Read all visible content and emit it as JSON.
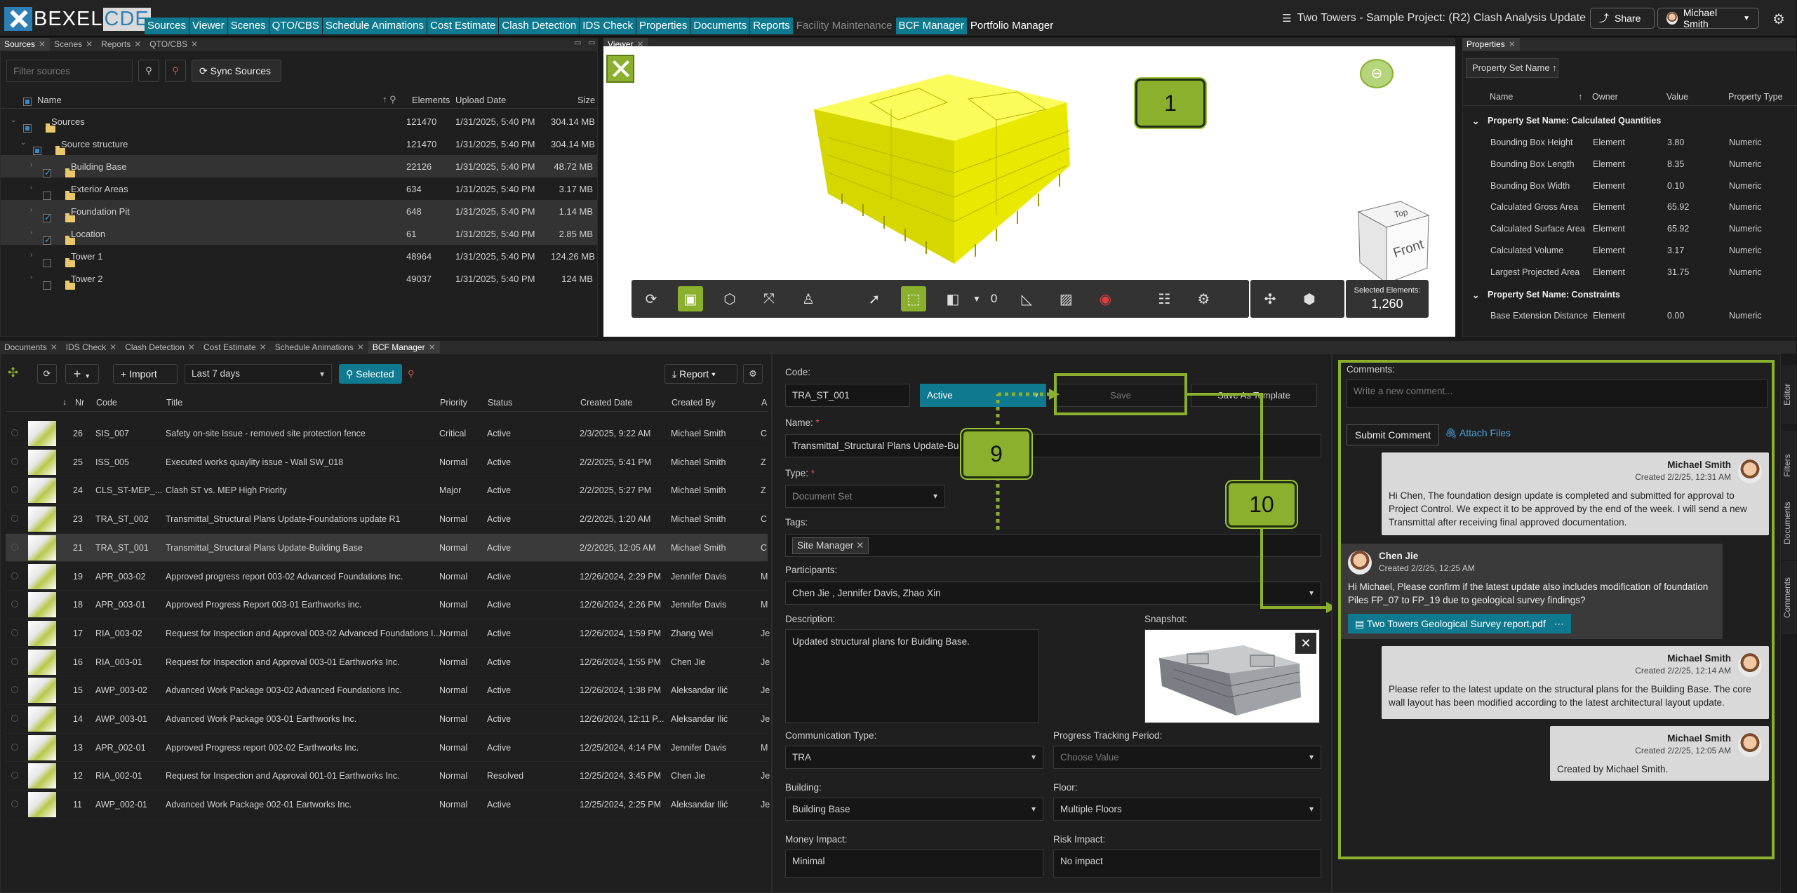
{
  "app": {
    "logo_a": "BEXEL",
    "logo_b": "CDE",
    "project_title": "Two Towers - Sample Project: (R2) Clash Analysis Update",
    "share": "Share",
    "user": "Michael Smith"
  },
  "menu": [
    {
      "label": "Sources",
      "state": "on"
    },
    {
      "label": "Viewer",
      "state": "on"
    },
    {
      "label": "Scenes",
      "state": "on"
    },
    {
      "label": "QTO/CBS",
      "state": "on"
    },
    {
      "label": "Schedule Animations",
      "state": "on"
    },
    {
      "label": "Cost Estimate",
      "state": "on"
    },
    {
      "label": "Clash Detection",
      "state": "on"
    },
    {
      "label": "IDS Check",
      "state": "on"
    },
    {
      "label": "Properties",
      "state": "on"
    },
    {
      "label": "Documents",
      "state": "on"
    },
    {
      "label": "Reports",
      "state": "on"
    },
    {
      "label": "Facility Maintenance",
      "state": "dim"
    },
    {
      "label": "BCF Manager",
      "state": "sel"
    },
    {
      "label": "Portfolio Manager",
      "state": "plain"
    }
  ],
  "sources_tabs": [
    "Sources",
    "Scenes",
    "Reports",
    "QTO/CBS"
  ],
  "sources": {
    "filter_placeholder": "Filter sources",
    "sync": "Sync Sources",
    "cols": [
      "Name",
      "Elements",
      "Upload Date",
      "Size"
    ],
    "rows": [
      {
        "name": "Sources",
        "elements": "121470",
        "date": "1/31/2025, 5:40 PM",
        "size": "304.14 MB",
        "indent": 0,
        "check": "part",
        "hl": false
      },
      {
        "name": "Source structure",
        "elements": "121470",
        "date": "1/31/2025, 5:40 PM",
        "size": "304.14 MB",
        "indent": 1,
        "check": "part",
        "hl": false
      },
      {
        "name": "Building Base",
        "elements": "22126",
        "date": "1/31/2025, 5:40 PM",
        "size": "48.72 MB",
        "indent": 2,
        "check": "on",
        "hl": true
      },
      {
        "name": "Exterior Areas",
        "elements": "634",
        "date": "1/31/2025, 5:40 PM",
        "size": "3.17 MB",
        "indent": 2,
        "check": "off",
        "hl": false
      },
      {
        "name": "Foundation Pit",
        "elements": "648",
        "date": "1/31/2025, 5:40 PM",
        "size": "1.14 MB",
        "indent": 2,
        "check": "on",
        "hl": true
      },
      {
        "name": "Location",
        "elements": "61",
        "date": "1/31/2025, 5:40 PM",
        "size": "2.85 MB",
        "indent": 2,
        "check": "on",
        "hl": true
      },
      {
        "name": "Tower 1",
        "elements": "48964",
        "date": "1/31/2025, 5:40 PM",
        "size": "124.26 MB",
        "indent": 2,
        "check": "off",
        "hl": false
      },
      {
        "name": "Tower 2",
        "elements": "49037",
        "date": "1/31/2025, 5:40 PM",
        "size": "124 MB",
        "indent": 2,
        "check": "off",
        "hl": false
      }
    ]
  },
  "viewer": {
    "tab": "Viewer",
    "badge1": "1",
    "cube_top": "Top",
    "cube_front": "Front",
    "count_zero": "0",
    "selected_label": "Selected Elements:",
    "selected_value": "1,260"
  },
  "properties": {
    "tab": "Properties",
    "sort": "Property Set Name",
    "cols": [
      "Name",
      "Owner",
      "Value",
      "Property Type"
    ],
    "group1": "Property Set Name: Calculated Quantities",
    "group2": "Property Set Name: Constraints",
    "rows": [
      {
        "name": "Bounding Box Height",
        "owner": "Element",
        "value": "3.80",
        "type": "Numeric"
      },
      {
        "name": "Bounding Box Length",
        "owner": "Element",
        "value": "8.35",
        "type": "Numeric"
      },
      {
        "name": "Bounding Box Width",
        "owner": "Element",
        "value": "0.10",
        "type": "Numeric"
      },
      {
        "name": "Calculated Gross Area",
        "owner": "Element",
        "value": "65.92",
        "type": "Numeric"
      },
      {
        "name": "Calculated Surface Area",
        "owner": "Element",
        "value": "65.92",
        "type": "Numeric"
      },
      {
        "name": "Calculated Volume",
        "owner": "Element",
        "value": "3.17",
        "type": "Numeric"
      },
      {
        "name": "Largest Projected Area",
        "owner": "Element",
        "value": "31.75",
        "type": "Numeric"
      }
    ],
    "rows2": [
      {
        "name": "Base Extension Distance",
        "owner": "Element",
        "value": "0.00",
        "type": "Numeric"
      }
    ]
  },
  "bottom_tabs": [
    "Documents",
    "IDS Check",
    "Clash Detection",
    "Cost Estimate",
    "Schedule Animations",
    "BCF Manager"
  ],
  "bcf": {
    "import": "Import",
    "range": "Last 7 days",
    "selected": "Selected",
    "report": "Report",
    "cols": [
      "Nr",
      "Code",
      "Title",
      "Priority",
      "Status",
      "Created Date",
      "Created By",
      "A"
    ],
    "rows": [
      {
        "nr": "26",
        "code": "SIS_007",
        "title": "Safety on-site Issue - removed site protection fence",
        "priority": "Critical",
        "status": "Active",
        "date": "2/3/2025, 9:22 AM",
        "by": "Michael Smith",
        "a": "C"
      },
      {
        "nr": "25",
        "code": "ISS_005",
        "title": "Executed works quaylity issue - Wall SW_018",
        "priority": "Normal",
        "status": "Active",
        "date": "2/2/2025, 5:41 PM",
        "by": "Michael Smith",
        "a": "Z"
      },
      {
        "nr": "24",
        "code": "CLS_ST-MEP_...",
        "title": "Clash ST vs. MEP High Priority",
        "priority": "Major",
        "status": "Active",
        "date": "2/2/2025, 5:27 PM",
        "by": "Michael Smith",
        "a": "Z"
      },
      {
        "nr": "23",
        "code": "TRA_ST_002",
        "title": "Transmittal_Structural Plans Update-Foundations update R1",
        "priority": "Normal",
        "status": "Active",
        "date": "2/2/2025, 1:20 AM",
        "by": "Michael Smith",
        "a": "C"
      },
      {
        "nr": "21",
        "code": "TRA_ST_001",
        "title": "Transmittal_Structural Plans Update-Building Base",
        "priority": "Normal",
        "status": "Active",
        "date": "2/2/2025, 12:05 AM",
        "by": "Michael Smith",
        "a": "C"
      },
      {
        "nr": "19",
        "code": "APR_003-02",
        "title": "Approved progress report 003-02 Advanced Foundations Inc.",
        "priority": "Normal",
        "status": "Active",
        "date": "12/26/2024, 2:29 PM",
        "by": "Jennifer Davis",
        "a": "M"
      },
      {
        "nr": "18",
        "code": "APR_003-01",
        "title": "Approved Progress Report 003-01 Earthworks inc.",
        "priority": "Normal",
        "status": "Active",
        "date": "12/26/2024, 2:26 PM",
        "by": "Jennifer Davis",
        "a": "M"
      },
      {
        "nr": "17",
        "code": "RIA_003-02",
        "title": "Request for Inspection and Approval 003-02 Advanced Foundations I...",
        "priority": "Normal",
        "status": "Active",
        "date": "12/26/2024, 1:59 PM",
        "by": "Zhang Wei",
        "a": "Je"
      },
      {
        "nr": "16",
        "code": "RIA_003-01",
        "title": "Request for Inspection and Approval 003-01 Earthworks Inc.",
        "priority": "Normal",
        "status": "Active",
        "date": "12/26/2024, 1:55 PM",
        "by": "Chen Jie",
        "a": "Je"
      },
      {
        "nr": "15",
        "code": "AWP_003-02",
        "title": "Advanced Work Package 003-02 Advanced Foundations Inc.",
        "priority": "Normal",
        "status": "Active",
        "date": "12/26/2024, 1:38 PM",
        "by": "Aleksandar Ilić",
        "a": "Je"
      },
      {
        "nr": "14",
        "code": "AWP_003-01",
        "title": "Advanced Work Package 003-01 Earthworks Inc.",
        "priority": "Normal",
        "status": "Active",
        "date": "12/26/2024, 12:11 P...",
        "by": "Aleksandar Ilić",
        "a": "Je"
      },
      {
        "nr": "13",
        "code": "APR_002-01",
        "title": "Approved Progress report 002-02 Earthworks Inc.",
        "priority": "Normal",
        "status": "Active",
        "date": "12/25/2024, 4:14 PM",
        "by": "Jennifer Davis",
        "a": "M"
      },
      {
        "nr": "12",
        "code": "RIA_002-01",
        "title": "Request for Inspection and Approval 001-01 Earthworks Inc.",
        "priority": "Normal",
        "status": "Resolved",
        "date": "12/25/2024, 3:45 PM",
        "by": "Chen Jie",
        "a": "Je"
      },
      {
        "nr": "11",
        "code": "AWP_002-01",
        "title": "Advanced Work Package 002-01 Eartworks Inc.",
        "priority": "Normal",
        "status": "Active",
        "date": "12/25/2024, 2:25 PM",
        "by": "Aleksandar Ilić",
        "a": "Je"
      }
    ]
  },
  "form": {
    "code_label": "Code:",
    "code": "TRA_ST_001",
    "status": "Active",
    "save": "Save",
    "save_template": "Save As Template",
    "name_label": "Name:",
    "name": "Transmittal_Structural Plans Update-Bu",
    "type_label": "Type:",
    "type": "Document Set",
    "tags_label": "Tags:",
    "tag": "Site Manager",
    "participants_label": "Participants:",
    "participants": "Chen  Jie  , Jennifer Davis, Zhao  Xin",
    "desc_label": "Description:",
    "desc": "Updated structural plans for Buiding Base.",
    "snapshot_label": "Snapshot:",
    "comm_label": "Communication Type:",
    "comm": "TRA",
    "ptp_label": "Progress Tracking Period:",
    "ptp": "Choose Value",
    "building_label": "Building:",
    "building": "Building Base",
    "floor_label": "Floor:",
    "floor": "Multiple Floors",
    "money_label": "Money Impact:",
    "money": "Minimal",
    "risk_label": "Risk Impact:",
    "risk": "No impact",
    "badge9": "9",
    "badge10": "10"
  },
  "comments": {
    "label": "Comments:",
    "placeholder": "Write a new comment...",
    "submit": "Submit Comment",
    "attach": "Attach Files",
    "items": [
      {
        "author": "Michael Smith",
        "created": "Created 2/2/25, 12:31 AM",
        "text": "Hi Chen, The foundation design update is completed and submitted for approval to Project Control. We expect it to be approved by the end of the week. I will send a new Transmittal after receiving final approved documentation."
      },
      {
        "author": "Chen Jie",
        "created": "Created 2/2/25, 12:25 AM",
        "text": "Hi Michael, Please confirm if the latest update also includes modification of foundation Piles FP_07 to FP_19 due to geological survey findings?",
        "file": "Two Towers Geological Survey report.pdf"
      },
      {
        "author": "Michael Smith",
        "created": "Created 2/2/25, 12:14 AM",
        "text": "Please refer to the latest update on the structural plans for the Building Base. The core wall layout has been modified according to the latest architectural layout update."
      },
      {
        "author": "Michael Smith",
        "created": "Created 2/2/25, 12:05 AM",
        "text": "Created by Michael Smith."
      }
    ]
  },
  "sidetabs": [
    "Editor",
    "Filters",
    "Documents",
    "Comments"
  ],
  "colors": {
    "accent_teal": "#0f7a8f",
    "accent_green": "#8ab02e",
    "model_yellow": "#f2f200"
  }
}
